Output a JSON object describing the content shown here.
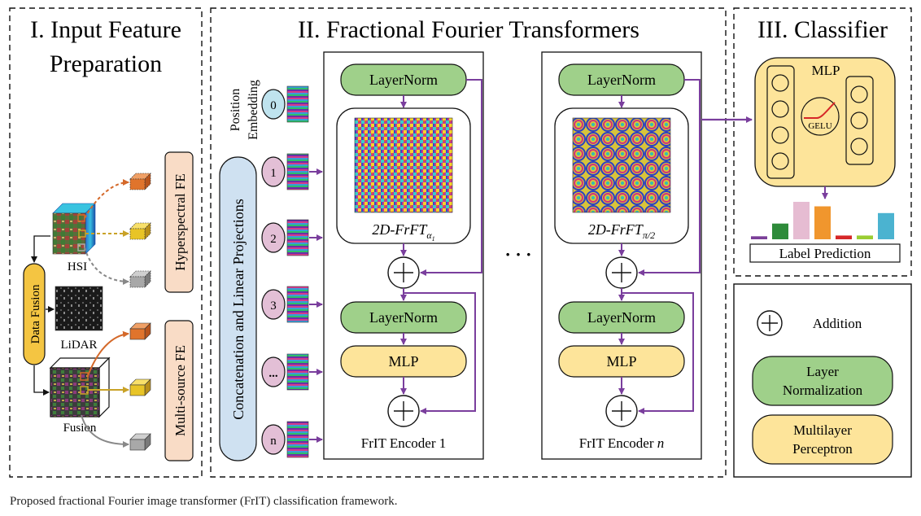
{
  "sections": {
    "input": {
      "title_line1": "I. Input Feature",
      "title_line2": "Preparation"
    },
    "transformers": {
      "title": "II. Fractional Fourier Transformers"
    },
    "classifier": {
      "title": "III. Classifier"
    }
  },
  "input_panel": {
    "hsi_label": "HSI",
    "lidar_label": "LiDAR",
    "fusion_label": "Fusion",
    "data_fusion_label": "Data Fusion",
    "hyperspectral_fe_label": "Hyperspectral FE",
    "multisource_fe_label": "Multi-source FE"
  },
  "embedding": {
    "position_line1": "Position",
    "position_line2": "Embedding",
    "concat_label": "Concatenation and Linear Projections",
    "tokens": [
      "0",
      "1",
      "2",
      "3",
      "...",
      "n"
    ]
  },
  "encoders": [
    {
      "layernorm1": "LayerNorm",
      "frft_main": "2D-FrFT",
      "frft_sub": "α",
      "frft_subsub": "1",
      "layernorm2": "LayerNorm",
      "mlp": "MLP",
      "footer_main": "FrIT Encoder 1",
      "footer_ital": ""
    },
    {
      "layernorm1": "LayerNorm",
      "frft_main": "2D-FrFT",
      "frft_sub": "π/2",
      "frft_subsub": "",
      "layernorm2": "LayerNorm",
      "mlp": "MLP",
      "footer_main": "FrIT Encoder ",
      "footer_ital": "n"
    }
  ],
  "ellipsis": "· · ·",
  "classifier": {
    "mlp_label": "MLP",
    "gelu_label": "GELU",
    "label_prediction": "Label Prediction",
    "bar_values": [
      0.08,
      0.42,
      1.0,
      0.88,
      0.1,
      0.1,
      0.7
    ],
    "bar_colors": [
      "#7b3f98",
      "#2e8b3a",
      "#e6bcd2",
      "#f0962d",
      "#d62728",
      "#9acd32",
      "#4bb3d0"
    ]
  },
  "legend": {
    "addition": "Addition",
    "layer_norm_line1": "Layer",
    "layer_norm_line2": "Normalization",
    "mlp_line1": "Multilayer",
    "mlp_line2": "Perceptron"
  },
  "caption": "Proposed fractional Fourier image transformer (FrIT) classification framework.",
  "colors": {
    "arrow_purple": "#7a3e9d",
    "green_fill": "#9fd08a",
    "yellow_fill": "#fde49a",
    "pink_fill": "#e3bfd6",
    "blue_fill": "#cfe1f1",
    "peach_fill": "#f9dcc6",
    "data_fusion_fill": "#f4c542"
  }
}
